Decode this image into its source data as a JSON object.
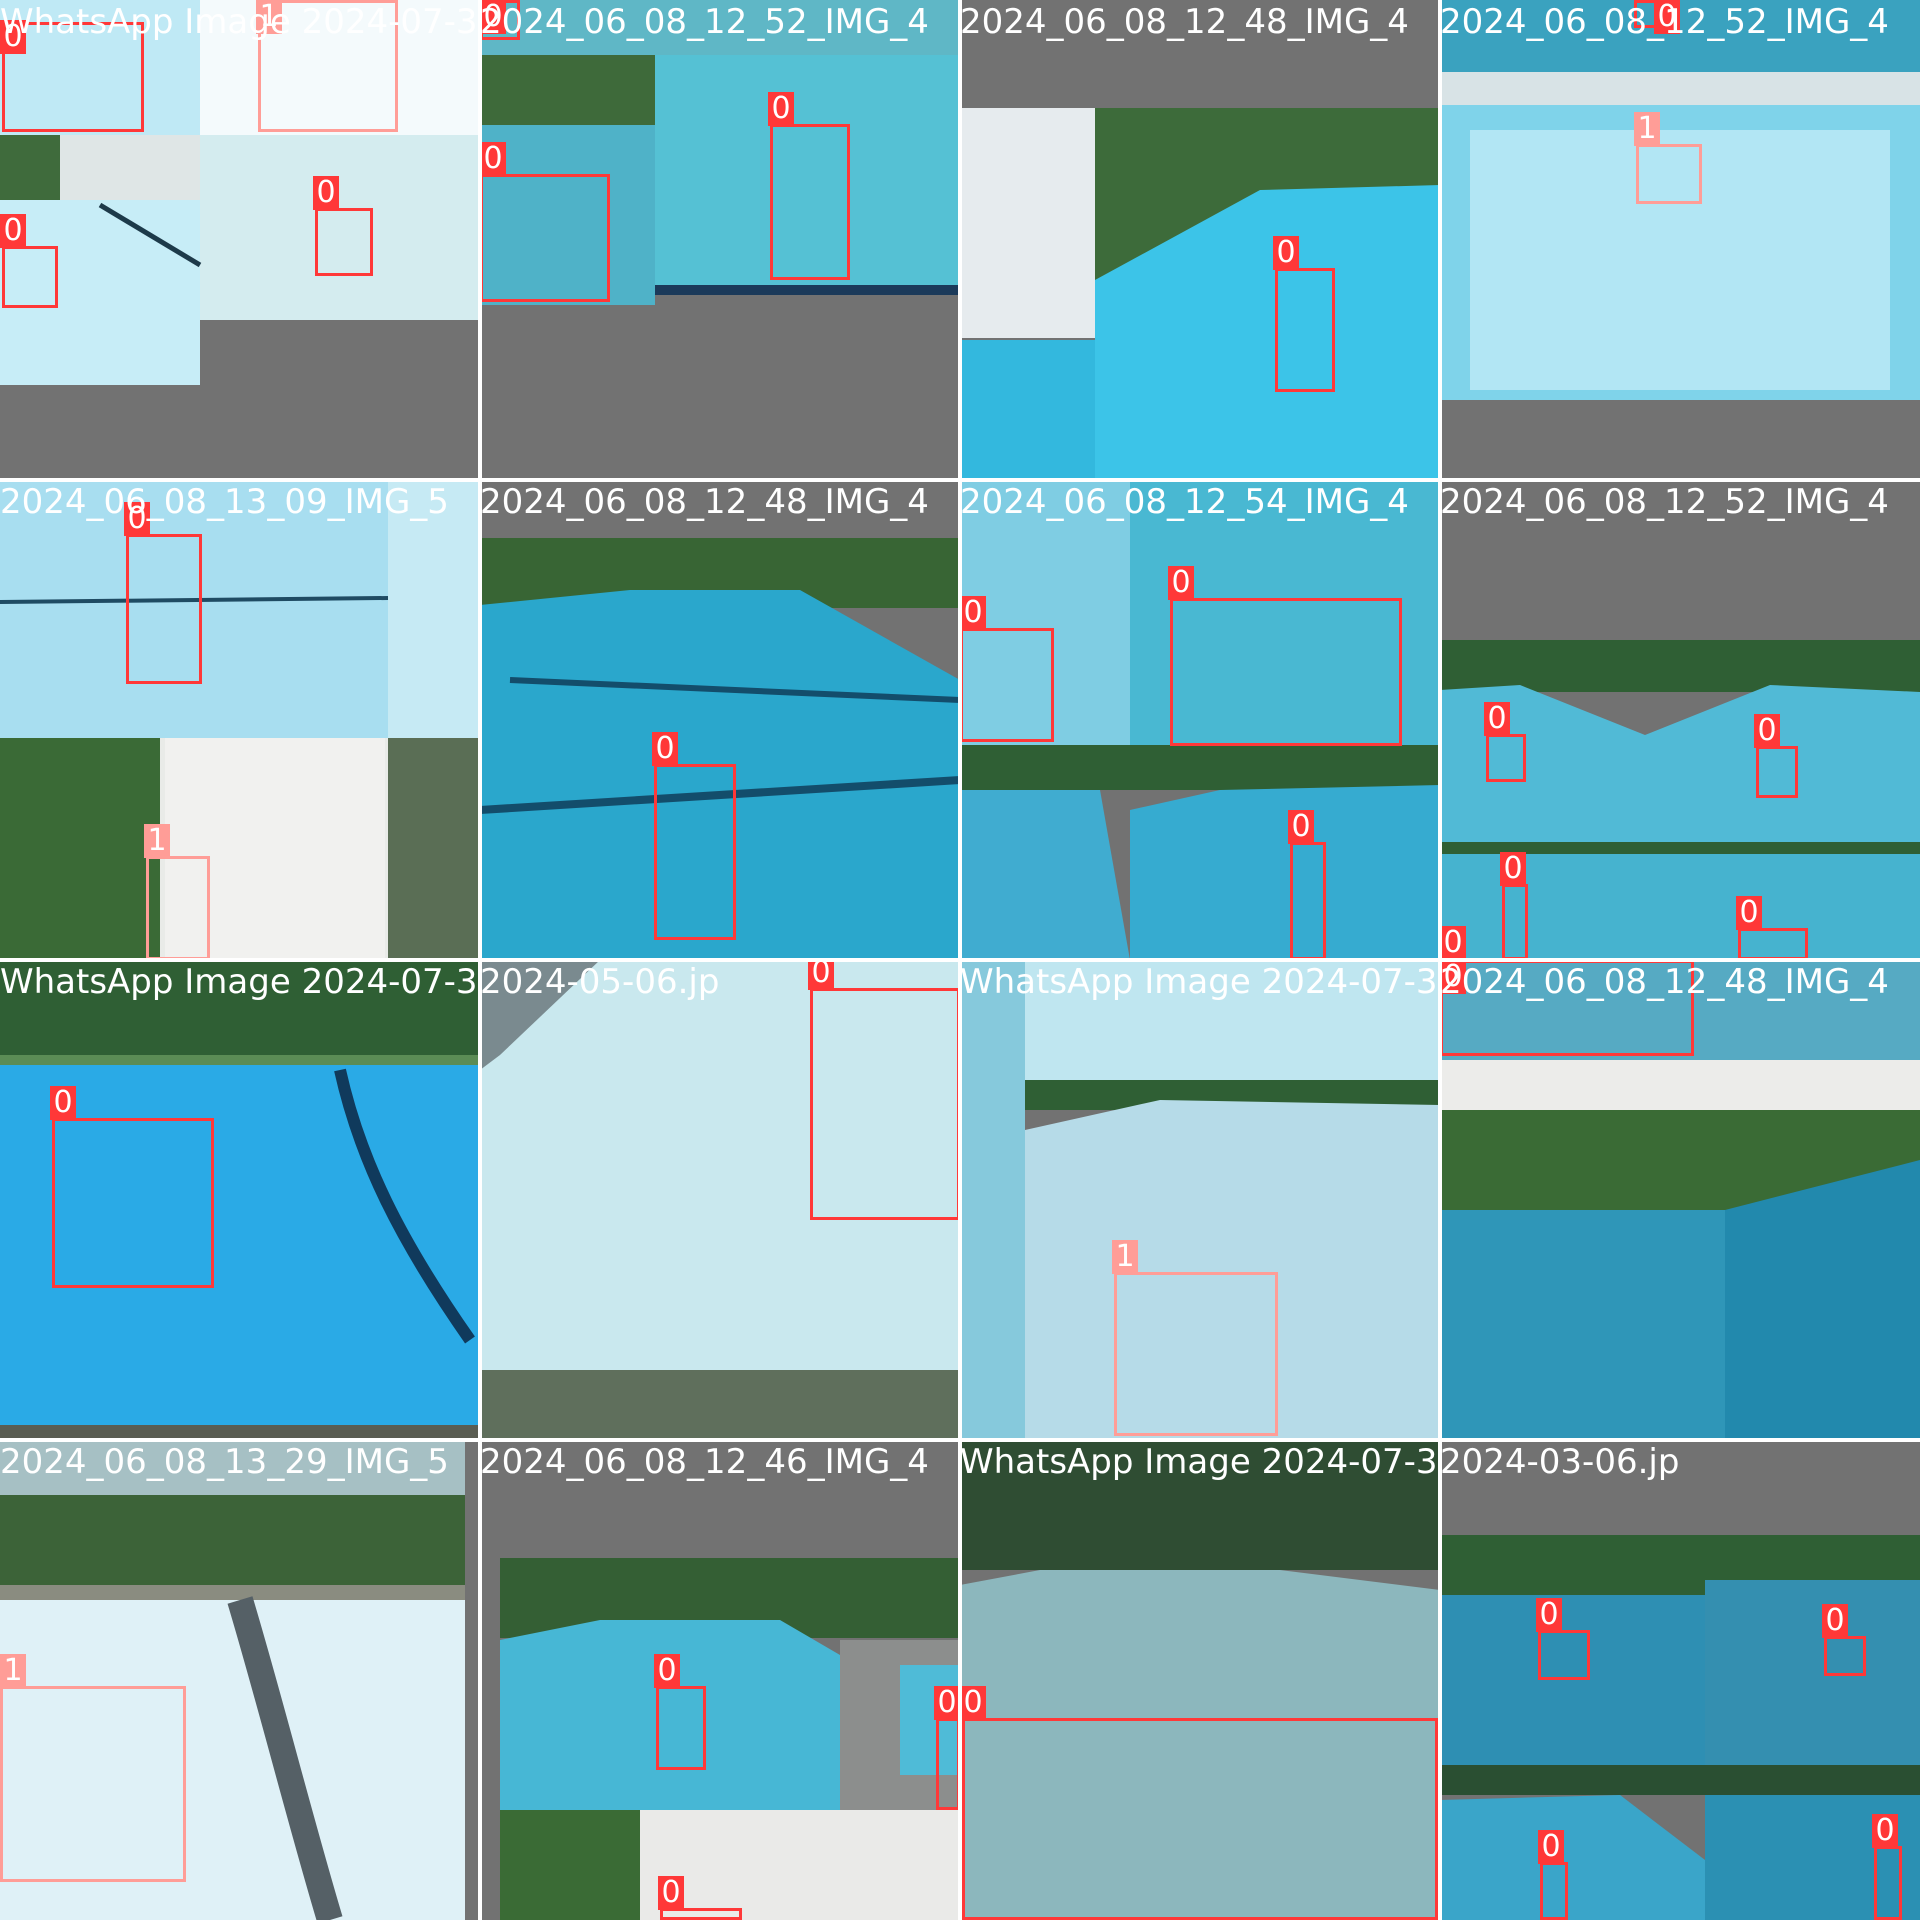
{
  "mosaic": {
    "colors": {
      "class0": "#ff3838",
      "class1": "#ff9d97",
      "pad": "#727272",
      "water": "#46b9d2",
      "palm": "#2f6b35",
      "building": "#e8e8e8"
    },
    "tiles": [
      {
        "caption": "WhatsApp Image 2024-07-3",
        "labels": [
          "0",
          "1",
          "0",
          "0"
        ]
      },
      {
        "caption": "2024_06_08_12_52_IMG_4",
        "labels": [
          "0",
          "0",
          "0"
        ]
      },
      {
        "caption": "2024_06_08_12_48_IMG_4",
        "labels": [
          "0"
        ]
      },
      {
        "caption": "2024_06_08_12_52_IMG_4",
        "labels": [
          "0",
          "1"
        ]
      },
      {
        "caption": "2024_06_08_13_09_IMG_5",
        "labels": [
          "0",
          "1"
        ]
      },
      {
        "caption": "2024_06_08_12_48_IMG_4",
        "labels": [
          "0"
        ]
      },
      {
        "caption": "2024_06_08_12_54_IMG_4",
        "labels": [
          "0",
          "0",
          "0"
        ]
      },
      {
        "caption": "2024_06_08_12_52_IMG_4",
        "labels": [
          "0",
          "0",
          "0",
          "0",
          "0"
        ]
      },
      {
        "caption": "WhatsApp Image 2024-07-3",
        "labels": [
          "0"
        ]
      },
      {
        "caption": "2024-05-06.jp",
        "labels": [
          "0"
        ]
      },
      {
        "caption": "WhatsApp Image 2024-07-3",
        "labels": [
          "1"
        ]
      },
      {
        "caption": "2024_06_08_12_48_IMG_4",
        "labels": [
          "0"
        ]
      },
      {
        "caption": "2024_06_08_13_29_IMG_5",
        "labels": [
          "1"
        ]
      },
      {
        "caption": "2024_06_08_12_46_IMG_4",
        "labels": [
          "0",
          "0",
          "0"
        ]
      },
      {
        "caption": "WhatsApp Image 2024-07-3",
        "labels": [
          "0"
        ]
      },
      {
        "caption": "2024-03-06.jp",
        "labels": [
          "0",
          "0",
          "0",
          "0"
        ]
      }
    ]
  }
}
